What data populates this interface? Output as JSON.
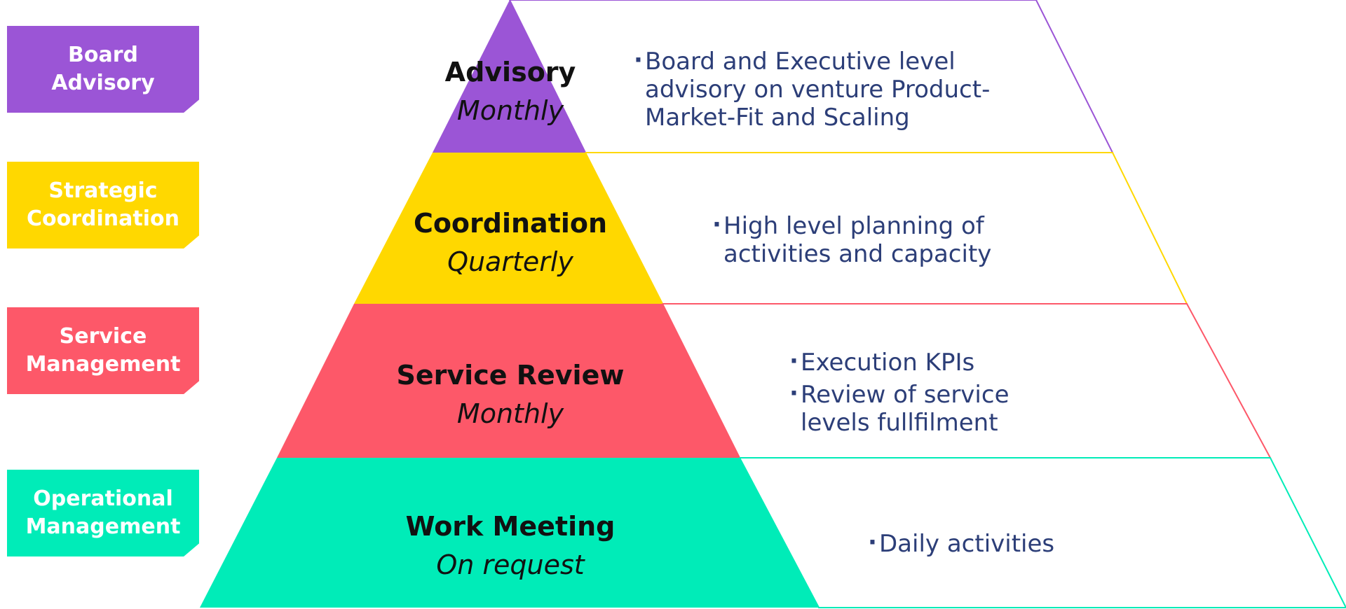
{
  "tags": [
    {
      "key": "advisory",
      "label": "Board\nAdvisory"
    },
    {
      "key": "coordination",
      "label": "Strategic\nCoordination"
    },
    {
      "key": "service",
      "label": "Service\nManagement"
    },
    {
      "key": "operational",
      "label": "Operational\nManagement"
    }
  ],
  "tiers": [
    {
      "key": "advisory",
      "title": "Advisory",
      "frequency": "Monthly",
      "color": "#9b55d6",
      "bullets": [
        "Board and Executive level\nadvisory on venture Product-\nMarket-Fit and Scaling"
      ]
    },
    {
      "key": "coordination",
      "title": "Coordination",
      "frequency": "Quarterly",
      "color": "#ffd800",
      "bullets": [
        "High level planning of\nactivities and capacity"
      ]
    },
    {
      "key": "service",
      "title": "Service Review",
      "frequency": "Monthly",
      "color": "#fd5869",
      "bullets": [
        "Execution KPIs",
        "Review of service\nlevels fullfilment"
      ]
    },
    {
      "key": "operational",
      "title": "Work Meeting",
      "frequency": "On request",
      "color": "#00ecb8",
      "bullets": [
        "Daily activities"
      ]
    }
  ]
}
